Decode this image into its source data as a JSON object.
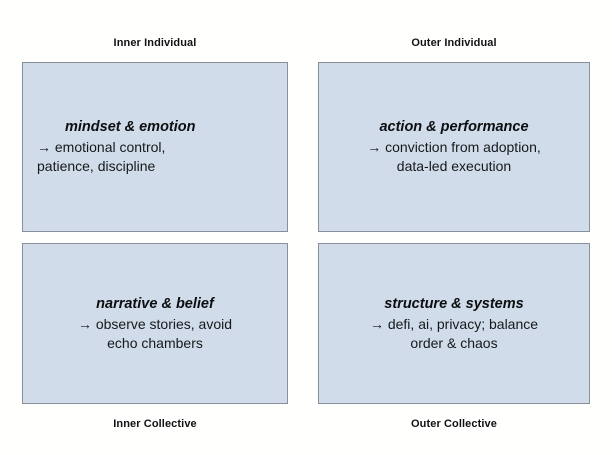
{
  "diagram": {
    "type": "integral-quadrants",
    "colors": {
      "box_fill": "#d0dce9",
      "box_border": "#8a9099",
      "background": "#fffffd",
      "text": "#101214"
    },
    "axis_labels": {
      "top_left": "Inner Individual",
      "top_right": "Outer Individual",
      "bottom_left": "Inner Collective",
      "bottom_right": "Outer Collective"
    },
    "quadrants": [
      {
        "id": "upper-left",
        "title": "mindset & emotion",
        "body": "→ emotional control,\npatience, discipline",
        "align": "left"
      },
      {
        "id": "upper-right",
        "title": "action & performance",
        "body": "→ conviction from adoption,\ndata-led execution",
        "align": "center"
      },
      {
        "id": "lower-left",
        "title": "narrative & belief",
        "body": "→ observe stories, avoid\necho chambers",
        "align": "center"
      },
      {
        "id": "lower-right",
        "title": "structure & systems",
        "body": "→ defi, ai, privacy; balance\norder & chaos",
        "align": "center"
      }
    ]
  }
}
